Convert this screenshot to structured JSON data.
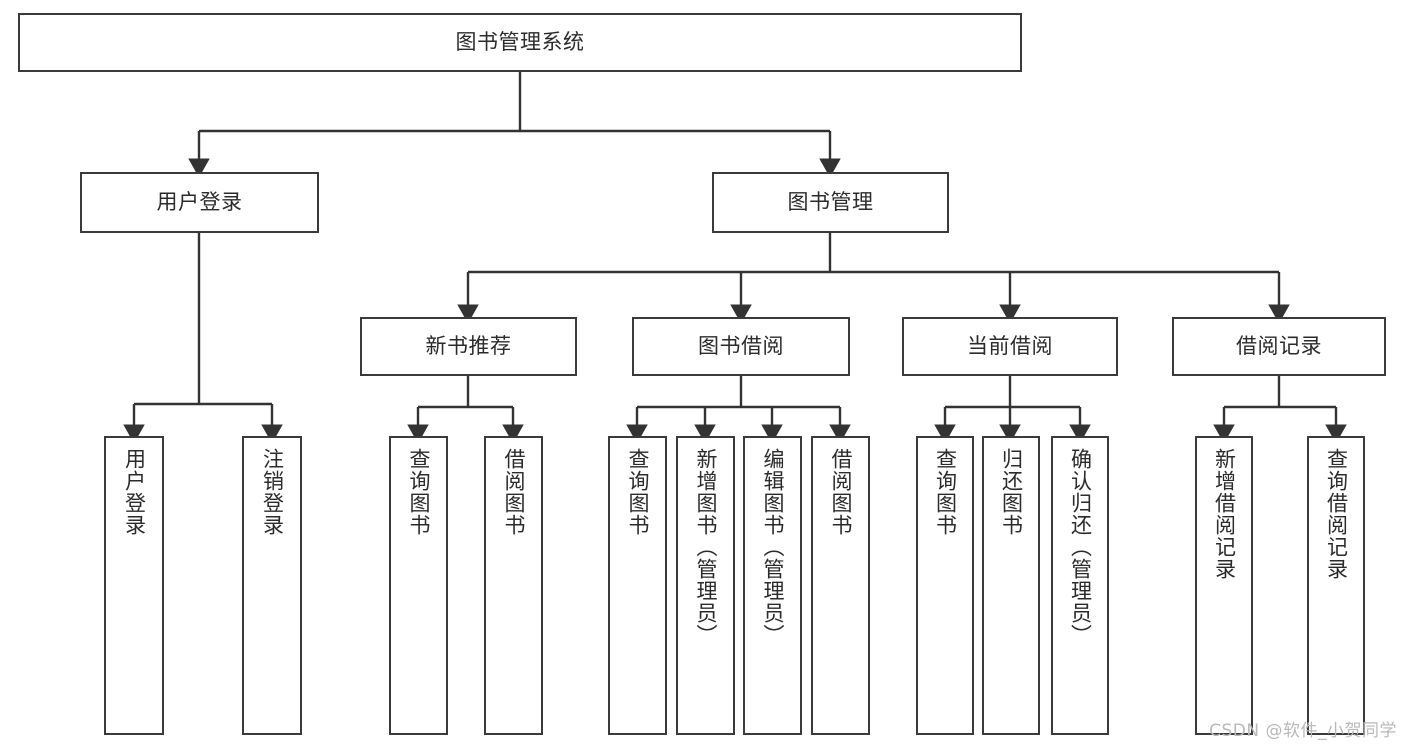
{
  "diagram": {
    "type": "tree",
    "title": "图书管理系统",
    "orientation": "top-down",
    "root": {
      "id": "root",
      "label": "图书管理系统"
    },
    "level2": [
      {
        "id": "user-login",
        "label": "用户登录"
      },
      {
        "id": "book-management",
        "label": "图书管理"
      }
    ],
    "level3": [
      {
        "id": "new-book-recommend",
        "label": "新书推荐",
        "parent": "book-management"
      },
      {
        "id": "book-borrow",
        "label": "图书借阅",
        "parent": "book-management"
      },
      {
        "id": "current-borrow",
        "label": "当前借阅",
        "parent": "book-management"
      },
      {
        "id": "borrow-record",
        "label": "借阅记录",
        "parent": "book-management"
      }
    ],
    "leaves": {
      "user_login": [
        {
          "id": "leaf-user-login",
          "label": "用户登录"
        },
        {
          "id": "leaf-logout-login",
          "label": "注销登录"
        }
      ],
      "new_book_recommend": [
        {
          "id": "leaf-query-book-1",
          "label": "查询图书"
        },
        {
          "id": "leaf-borrow-book-1",
          "label": "借阅图书"
        }
      ],
      "book_borrow": [
        {
          "id": "leaf-query-book-2",
          "label": "查询图书"
        },
        {
          "id": "leaf-add-book",
          "label": "新增图书（管理员）"
        },
        {
          "id": "leaf-edit-book",
          "label": "编辑图书（管理员）"
        },
        {
          "id": "leaf-borrow-book-2",
          "label": "借阅图书"
        }
      ],
      "current_borrow": [
        {
          "id": "leaf-query-book-3",
          "label": "查询图书"
        },
        {
          "id": "leaf-return-book",
          "label": "归还图书"
        },
        {
          "id": "leaf-confirm-return",
          "label": "确认归还（管理员）"
        }
      ],
      "borrow_record": [
        {
          "id": "leaf-add-record",
          "label": "新增借阅记录"
        },
        {
          "id": "leaf-query-record",
          "label": "查询借阅记录"
        }
      ]
    }
  },
  "watermark": {
    "text": "CSDN @软件_小贺同学"
  },
  "colors": {
    "border": "#3a3a3a",
    "text": "#2b2b2b",
    "background": "#ffffff",
    "connector": "#333333",
    "watermark": "#b9b9b9"
  }
}
